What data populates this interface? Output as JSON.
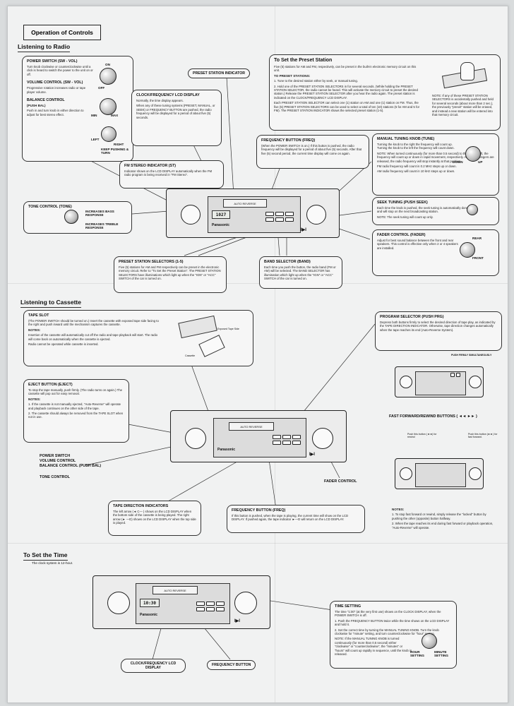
{
  "title": "Operation of Controls",
  "sections": {
    "radio": "Listening to Radio",
    "cassette": "Listening to Cassette",
    "time": "To Set the Time"
  },
  "time_note": "The clock system is 12-hour.",
  "brand": "Panasonic",
  "lcd": {
    "radio": "1027",
    "time": "10:30"
  },
  "auto_reverse": "AUTO REVERSE",
  "knob_labels": {
    "on": "ON",
    "off": "OFF",
    "min": "MIN",
    "max": "MAX",
    "left": "LEFT",
    "right": "RIGHT",
    "keep": "KEEP PUSHING & TURN",
    "down": "DOWN",
    "up": "UP",
    "rear": "REAR",
    "front": "FRONT",
    "bass": "INCREASES BASS RESPONSE",
    "treble": "INCREASES TREBLE RESPONSE",
    "hour": "HOUR SETTING",
    "minute": "MINUTE SETTING"
  },
  "power_box": {
    "h1": "POWER SWITCH (SW - VOL)",
    "t1": "Turn knob clockwise or counterclockwise until a click is heard to switch the power to the unit on or off.",
    "h2": "VOLUME CONTROL (SW - VOL)",
    "t2": "Progressive rotation increases radio or tape player volume.",
    "h3": "BALANCE CONTROL",
    "h3b": "(PUSH BAL)",
    "t3": "Push in and turn knob in either direction to adjust for best stereo effect."
  },
  "preset_indicator": "PRESET STATION INDICATOR",
  "clock_box": {
    "h": "CLOCK/FREQUENCY LCD DISPLAY",
    "items": [
      "Normally, the time display appears.",
      "When any of these tuning systems (PRESET, MANUAL, or SEEK) or FREQUENCY BUTTON are pushed, the radio frequency will be displayed for a period of about five (5) seconds."
    ]
  },
  "fm_box": {
    "h": "FM STEREO INDICATOR (ST)",
    "t": "Indicator shows on the LCD DISPLAY automatically when the FM radio program is being received in \"FM Stereo\"."
  },
  "tone_box": {
    "h": "TONE CONTROL (TONE)"
  },
  "preset_set_box": {
    "h": "To Set the Preset Station",
    "intro": "Five (5) stations for AM and FM, respectively, can be preset in the built-in electronic memory circuit on this unit.",
    "sub": "TO PRESET STATIONS:",
    "steps": [
      "1. Tune to the desired station either by seek, or manual tuning.",
      "2. Hold one of the PRESET STATION SELECTORS in for several seconds. (While holding the PRESET STATION SELECTOR, the radio cannot be heard. This will activate the memory circuit to preset the desired station.) Release the PRESET STATION SELECTOR after you hear the radio again. The preset station is indicated on the CLOCK/FREQUENCY LCD DISPLAY.",
      "Each PRESET STATION SELECTOR can select one (1) station on AM and one (1) station on FM. Thus, the five (5) PRESET STATION SELECTORS can be used to select a total of ten (10) stations (5 for AM and 5 for FM). The PRESET STATION INDICATOR shows the selected preset station (1-5)."
    ],
    "note": "NOTE: If any of these PRESET STATION SELECTORS is accidentally pushed and held for several seconds (about more than 2 sec.), the previously \"preset\" station will be erased, and instead a new station will be entered into that memory circuit."
  },
  "freq_box_radio": {
    "h": "FREQUENCY BUTTON (FREQ)",
    "t": "(When the POWER SWITCH is on.) If this button is pushed, the radio frequency will be displayed for a period of about five (5) seconds. After that five (5) second period, the current time display will come on again."
  },
  "manual_box": {
    "h": "MANUAL TUNING KNOB (TUNE)",
    "t": "Turning the knob to the right the frequency will count up. Turning the knob to the left the frequency will count down.",
    "note": "NOTE: When turned continuously (for more than 0.5 second) to the right or left, the frequency will count up or down in rapid movement, respectively. And if your fingers are released, the radio frequency will stop instantly at that position.",
    "bullets": [
      "FM radio frequency will count in 0.2 MHz steps up or down.",
      "AM radio frequency will count in 10 kHz steps up or down."
    ]
  },
  "seek_box": {
    "h": "SEEK TUNING (PUSH SEEK)",
    "t": "Each time the knob is pushed, the seek tuning is automatically done and will stop on the next broadcasting station.",
    "note": "NOTE: The seek tuning will count up only."
  },
  "fader_box": {
    "h": "FADER CONTROL (FADER)",
    "t": "Adjust for best sound balance between the front and rear speakers. This control is effective only when 2 or 4 speakers are installed."
  },
  "preset_sel_box": {
    "h": "PRESET STATION SELECTORS (1-5)",
    "t": "Five (5) stations for AM and FM respectively can be preset in the electronic memory circuit. Refer to \"To Set the Preset Station\". The PRESET STATION SELECTORS have illuminations which light up when the \"IGN\" or \"ACC\" SWITCH of the car is turned on."
  },
  "band_box": {
    "h": "BAND SELECTOR (BAND)",
    "t": "Each time you push the button, the radio band (FM or AM) will be selected. The BAND SELECTOR has illumination which light up when the \"IGN\" or \"ACC\" SWITCH of the car is turned on."
  },
  "tape_slot_box": {
    "h": "TAPE SLOT",
    "t": "(The POWER SWITCH should be turned on.) Insert the cassette with exposed tape side facing to the right and push inward until the mechanism captures the cassette.",
    "sub": "NOTES:",
    "items": [
      "Insertion of the cassette will automatically cut off the radio and tape playback will start. The radio will come back on automatically when the cassette is ejected.",
      "Radio cannot be operated while cassette is inserted."
    ],
    "exposed": "Exposed Tape Side",
    "cassette": "Cassette"
  },
  "eject_box": {
    "h": "EJECT BUTTON (EJECT)",
    "t": "To stop the tape manually, push firmly. (The radio turns on again.) The cassette will pop out for easy removal.",
    "sub": "NOTES:",
    "items": [
      "1. If the cassette is not manually ejected, \"Auto-Reverse\" will operate and playback continues on the other side of the tape.",
      "2. The cassette should always be removed from the TAPE SLOT when not in use."
    ]
  },
  "cassette_labels": {
    "power": "POWER SWITCH",
    "volume": "VOLUME CONTROL",
    "balance": "BALANCE CONTROL (PUSH BAL)",
    "tone": "TONE CONTROL",
    "fader": "FADER CONTROL"
  },
  "program_box": {
    "h": "PROGRAM SELECTOR (PUSH PRG)",
    "t": "Depress both buttons firmly to select the desired direction of tape play, as indicated by the TAPE DIRECTION INDICATOR. Otherwise, tape direction changes automatically when the tape reaches its end (Auto-Reverse System)."
  },
  "push_firmly": "PUSH FIRMLY SIMULTANEOUSLY",
  "ffrew": {
    "h": "FAST FORWARD/REWIND BUTTONS (",
    "rew": "Push this button (◄◄) for rewind",
    "ff": "Push this button (►►) for fast forward."
  },
  "ff_notes": {
    "h": "NOTES:",
    "items": [
      "1. To stop fast forward or rewind, simply release the \"locked\" button by pushing the other (opposite) button halfway.",
      "2. When the tape reaches its end during fast forward or playback operation, \"Auto-Reverse\" will operate."
    ]
  },
  "tape_dir_box": {
    "h": "TAPE DIRECTION INDICATORS",
    "t": "The left arrow (◄ C— ) shows on the LCD DISPLAY when the bottom side of the cassette is being played. The right arrow (► —D) shows on the LCD DISPLAY when the top side is played."
  },
  "freq_box_tape": {
    "h": "FREQUENCY BUTTON (FREQ)",
    "t": "If this button is pushed, when the tape is playing, the current time will show on the LCD DISPLAY. If pushed again, the tape indicator ►—D will return on the LCD DISPLAY."
  },
  "time_box": {
    "h": "TIME SETTING",
    "t": "The time \"1:00\" (at the very first use) shows on the CLOCK DISPLAY, when the POWER SWITCH is off.",
    "items": [
      "1. Push the FREQUENCY BUTTON twice while the time shows on the LCD DISPLAY and hold it.",
      "2. Set the correct time by turning the MANUAL TUNING KNOB. Turn the knob clockwise for \"minute\" setting, and turn counterclockwise for \"hour\" setting."
    ],
    "note": "NOTE: If the MANUAL TUNING KNOB is turned continuously (for more than 0.5 second) either \"clockwise\" or \"counterclockwise\", the \"minutes\" or \"hours\" will count up rapidly in sequence, until the knob is released."
  },
  "time_labels": {
    "clock": "CLOCK/FREQUENCY LCD DISPLAY",
    "freq": "FREQUENCY BUTTON"
  }
}
